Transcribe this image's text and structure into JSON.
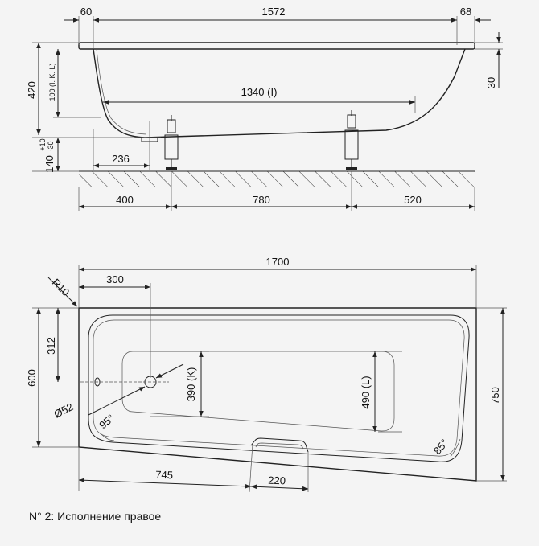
{
  "side_view": {
    "dims": {
      "lip_left": "60",
      "top_length": "1572",
      "lip_right": "68",
      "height": "420",
      "inner_depth": "100 (I. K. L)",
      "rim": "30",
      "bottom_length": "1340 (I)",
      "foot_height_main": "140",
      "foot_tol_plus": "+10",
      "foot_tol_minus": "-30",
      "drain_offset": "236",
      "base_left": "400",
      "base_mid": "780",
      "base_right": "520"
    }
  },
  "top_view": {
    "dims": {
      "radius": "R10",
      "drain_offset": "300",
      "total_length": "1700",
      "drain_y": "312",
      "short_width": "600",
      "long_width": "750",
      "basin_k": "390 (K)",
      "basin_l": "490 (L)",
      "drain_dia": "Ø52",
      "angle_left": "95°",
      "angle_right": "85°",
      "front_offset": "745",
      "handle_width": "220"
    }
  },
  "caption": "N° 2: Исполнение правое"
}
